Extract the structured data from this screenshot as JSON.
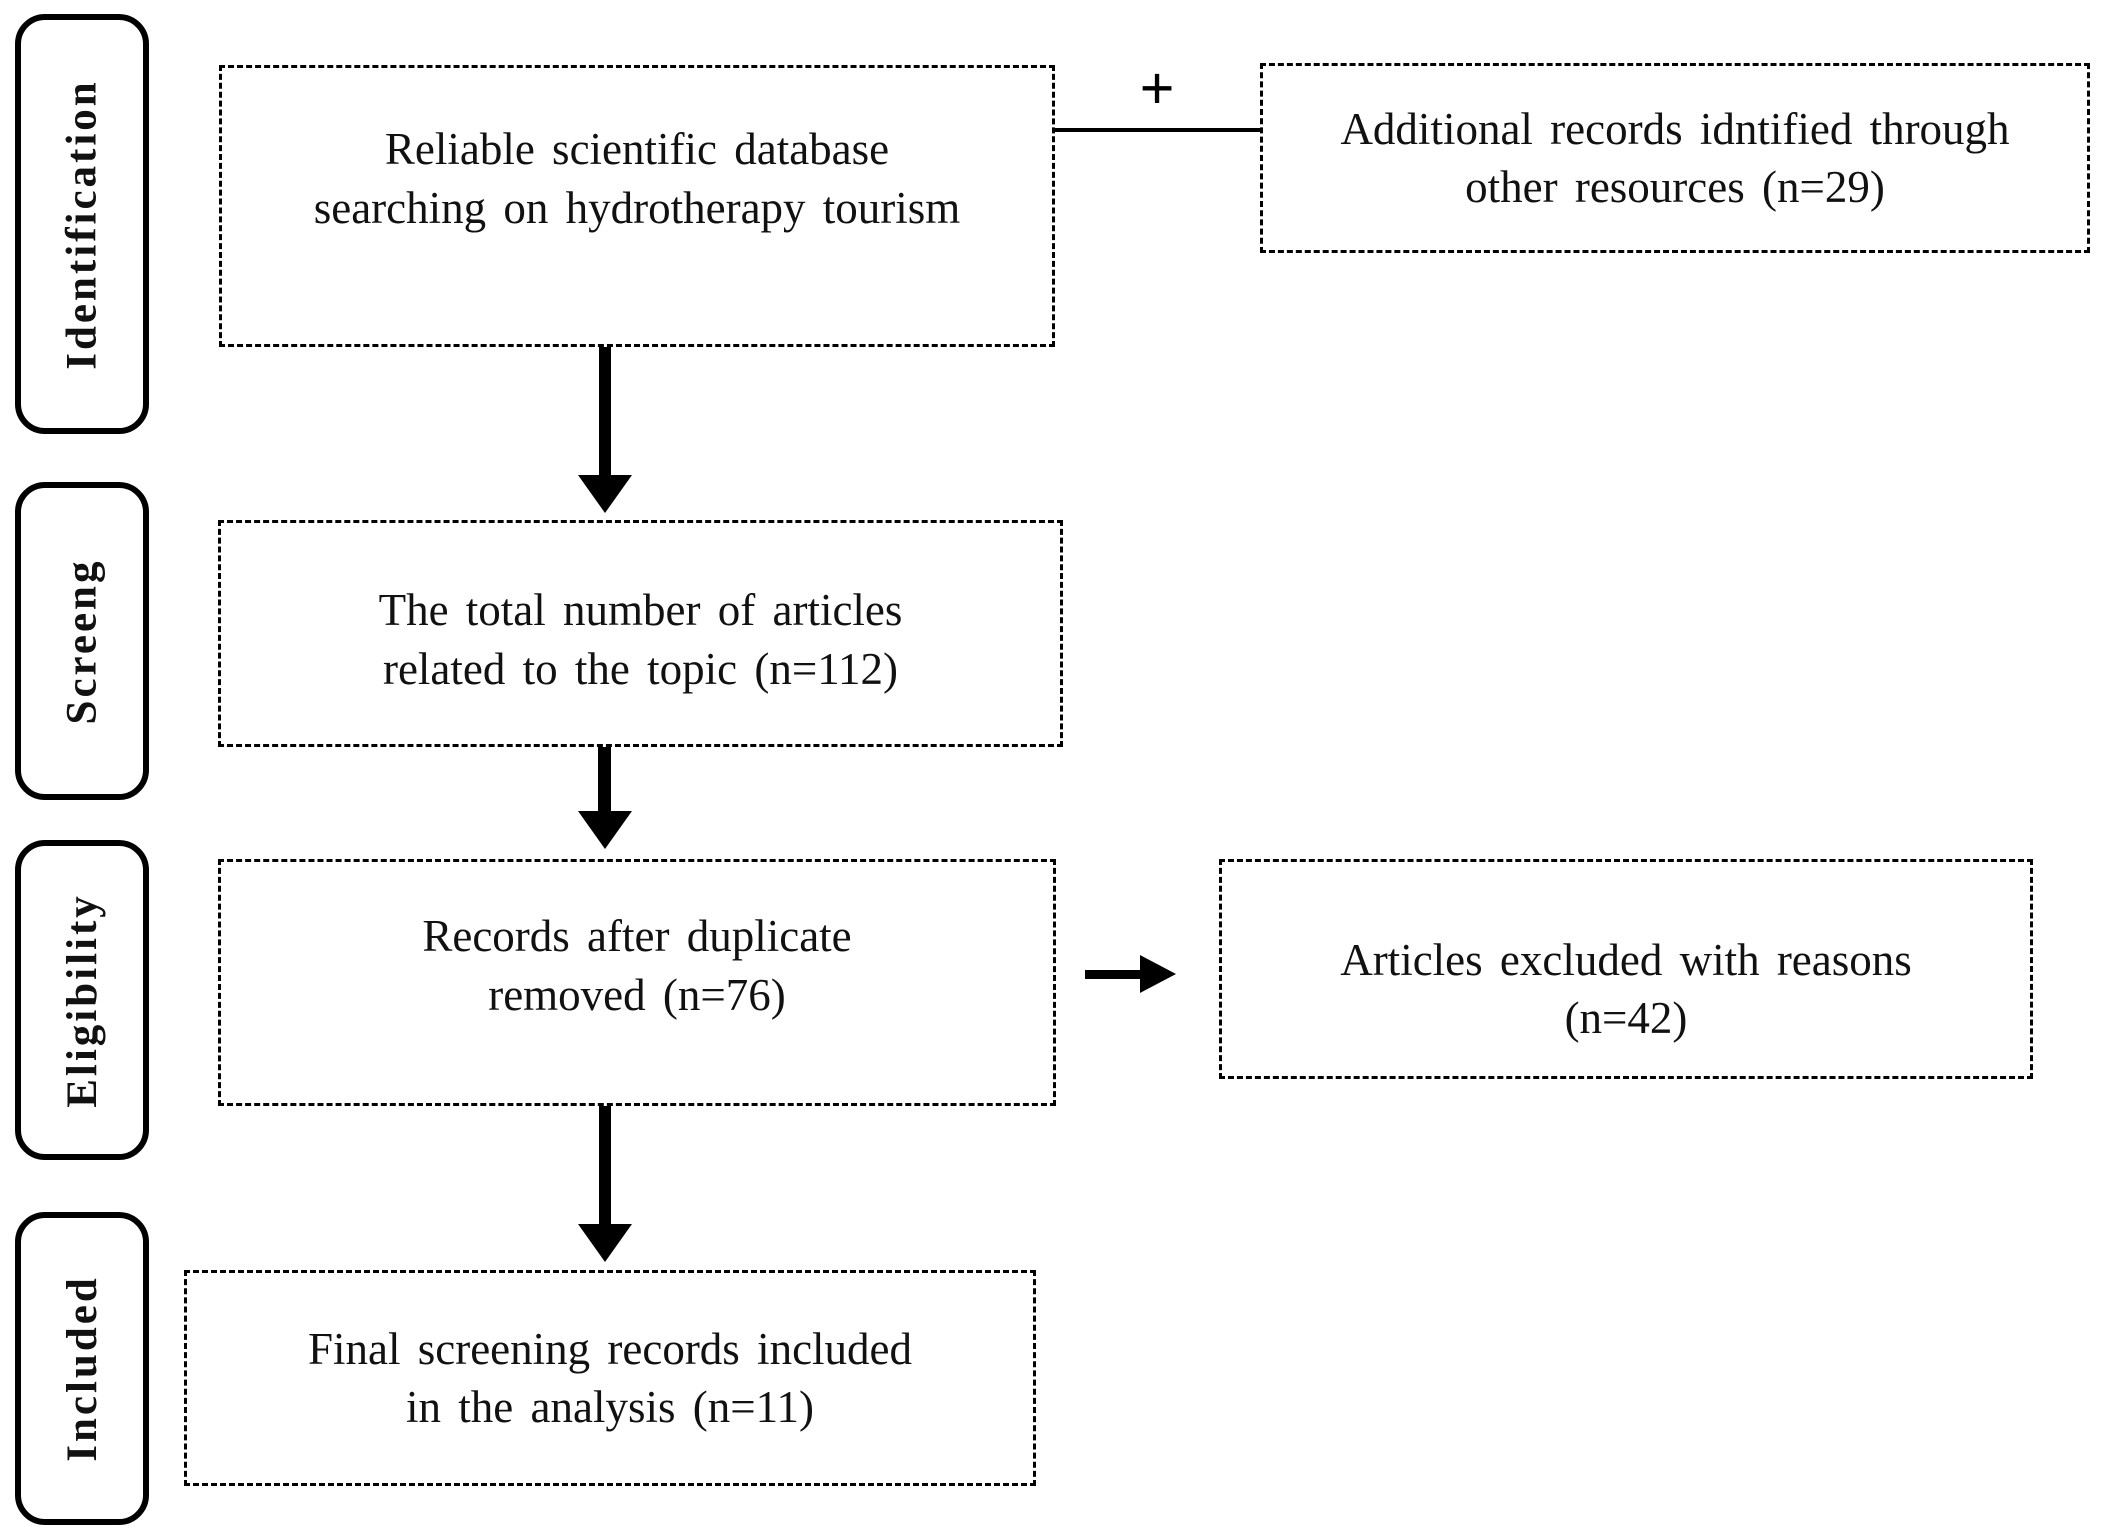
{
  "diagram": {
    "stages": [
      {
        "label": "Identification"
      },
      {
        "label": "Screeng"
      },
      {
        "label": "Eligibility"
      },
      {
        "label": "Included"
      }
    ],
    "boxes": {
      "database": {
        "line1": "Reliable scientific database",
        "line2": "searching on hydrotherapy tourism"
      },
      "additional": {
        "line1": "Additional records idntified through",
        "line2": "other resources (n=29)"
      },
      "total": {
        "line1": "The total number of articles",
        "line2": "related to the topic (n=112)"
      },
      "duplicates": {
        "line1": "Records after duplicate",
        "line2": "removed (n=76)"
      },
      "excluded": {
        "line1": "Articles excluded with reasons",
        "line2": "(n=42)"
      },
      "final": {
        "line1": "Final screening records included",
        "line2": "in the analysis (n=11)"
      }
    },
    "counts": {
      "additional_records": 29,
      "total_articles": 112,
      "after_duplicates_removed": 76,
      "excluded_with_reasons": 42,
      "included_in_analysis": 11
    },
    "plus_sign": "+",
    "colors": {
      "ink": "#000000",
      "background": "#ffffff"
    }
  }
}
